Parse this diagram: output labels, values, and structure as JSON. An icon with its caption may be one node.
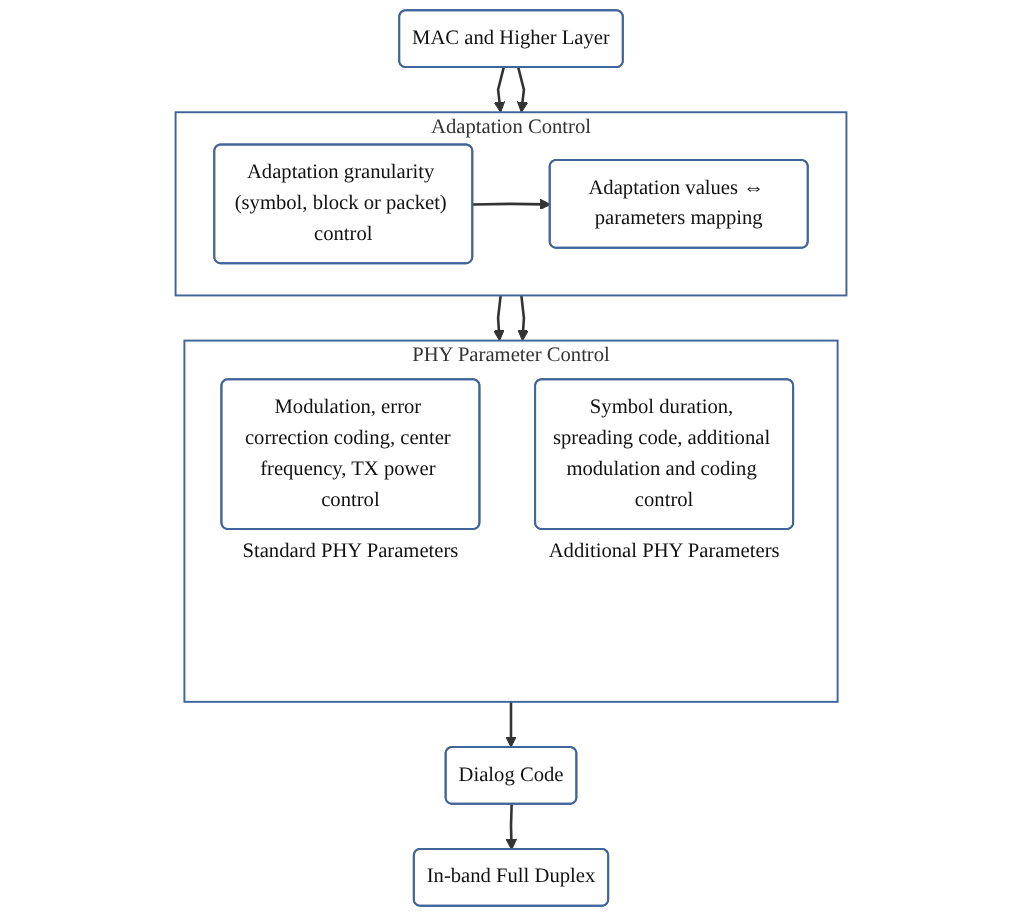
{
  "diagram": {
    "nodes": [
      {
        "text": [
          "MAC and Higher Layer"
        ]
      },
      {
        "text": [
          "Adaptation Control"
        ]
      },
      {
        "text": [
          "Adaptation granularity (symbol, block or packet) control"
        ],
        "in": 1
      },
      {
        "text": [
          "Adaptation values ⇔ parameters mapping"
        ],
        "in": 1
      },
      {
        "text": [
          "PHY Parameter Control"
        ]
      },
      {
        "text": [
          "Modulation, error correction coding, center frequency, TX power control"
        ],
        "in": 4,
        "beside": [
          "Standard PHY Parameters"
        ]
      },
      {
        "text": [
          "Symbol duration, spreading code, additional modulation and coding control"
        ],
        "in": 4,
        "beside": [
          "Additional PHY Parameters"
        ]
      },
      {
        "text": [
          "Dialog Code"
        ]
      },
      {
        "text": [
          "In-band Full Duplex"
        ]
      }
    ],
    "edges": [
      {
        "from": 0,
        "to": 1,
        "arrow": "to"
      },
      {
        "from": 0,
        "to": 1,
        "arrow": "to"
      },
      {
        "from": 2,
        "to": 3,
        "arrow": "to"
      },
      {
        "from": 1,
        "to": 4,
        "arrow": "to"
      },
      {
        "from": 1,
        "to": 4,
        "arrow": "to"
      },
      {
        "from": 4,
        "to": 7,
        "arrow": "to"
      },
      {
        "from": 7,
        "to": 8,
        "arrow": "to"
      }
    ]
  }
}
